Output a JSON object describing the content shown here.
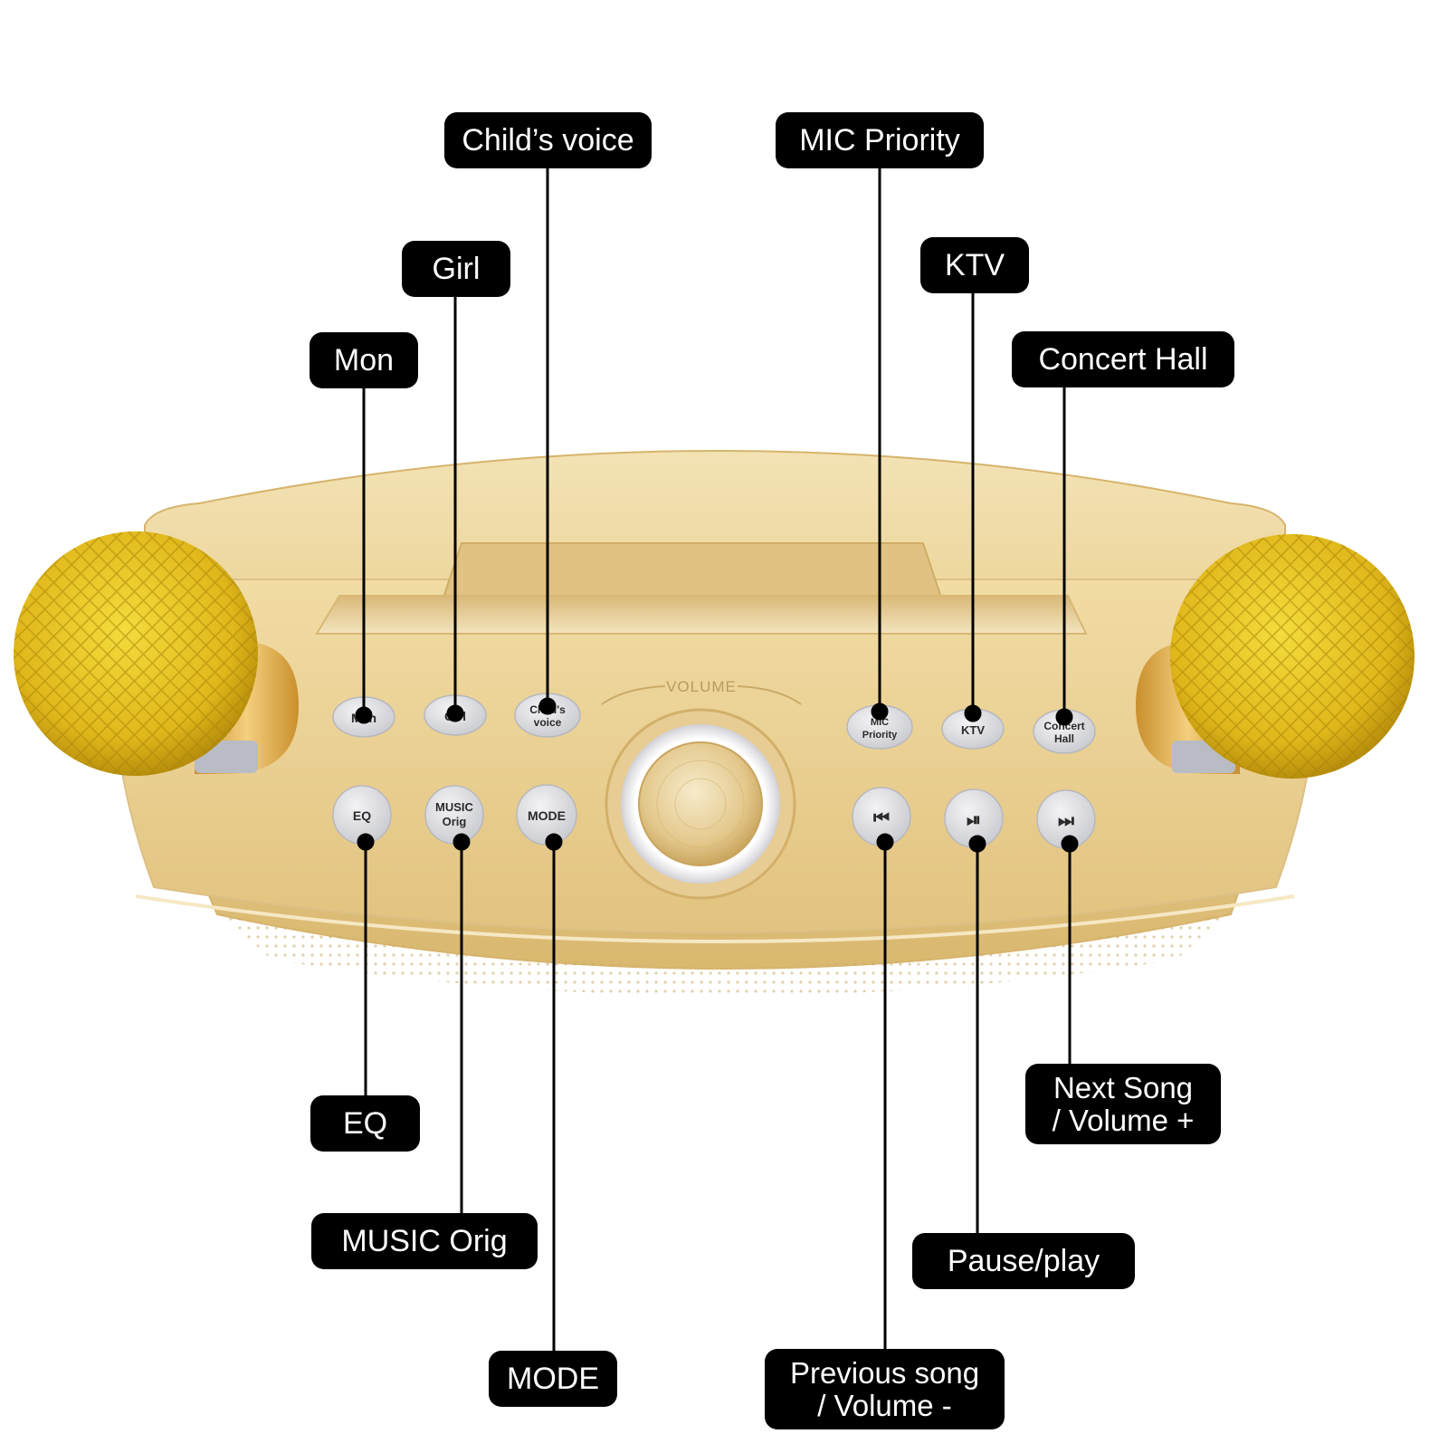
{
  "callouts": {
    "childs_voice": "Child’s voice",
    "mic_priority": "MIC Priority",
    "girl": "Girl",
    "ktv": "KTV",
    "mon": "Mon",
    "concert_hall": "Concert Hall",
    "eq": "EQ",
    "music_orig": "MUSIC Orig",
    "mode": "MODE",
    "next_song": "Next Song\n/ Volume +",
    "pause_play": "Pause/play",
    "previous_song": "Previous song\n/ Volume -"
  },
  "device": {
    "volume_label": "VOLUME",
    "buttons_top": {
      "man": "Man",
      "girl": "Girl",
      "childs_1": "Child's",
      "childs_2": "voice",
      "mic_1": "MIC",
      "mic_2": "Priority",
      "ktv": "KTV",
      "concert_1": "Concert",
      "concert_2": "Hall"
    },
    "buttons_bottom": {
      "eq": "EQ",
      "music_1": "MUSIC",
      "music_2": "Orig",
      "mode": "MODE"
    },
    "icons": {
      "prev": "⏮",
      "play_pause": "⏯",
      "next": "⏭"
    },
    "colors": {
      "body": "#e8cc8a",
      "button": "#dcdde0",
      "mic_mesh": "#e6c21a"
    }
  }
}
